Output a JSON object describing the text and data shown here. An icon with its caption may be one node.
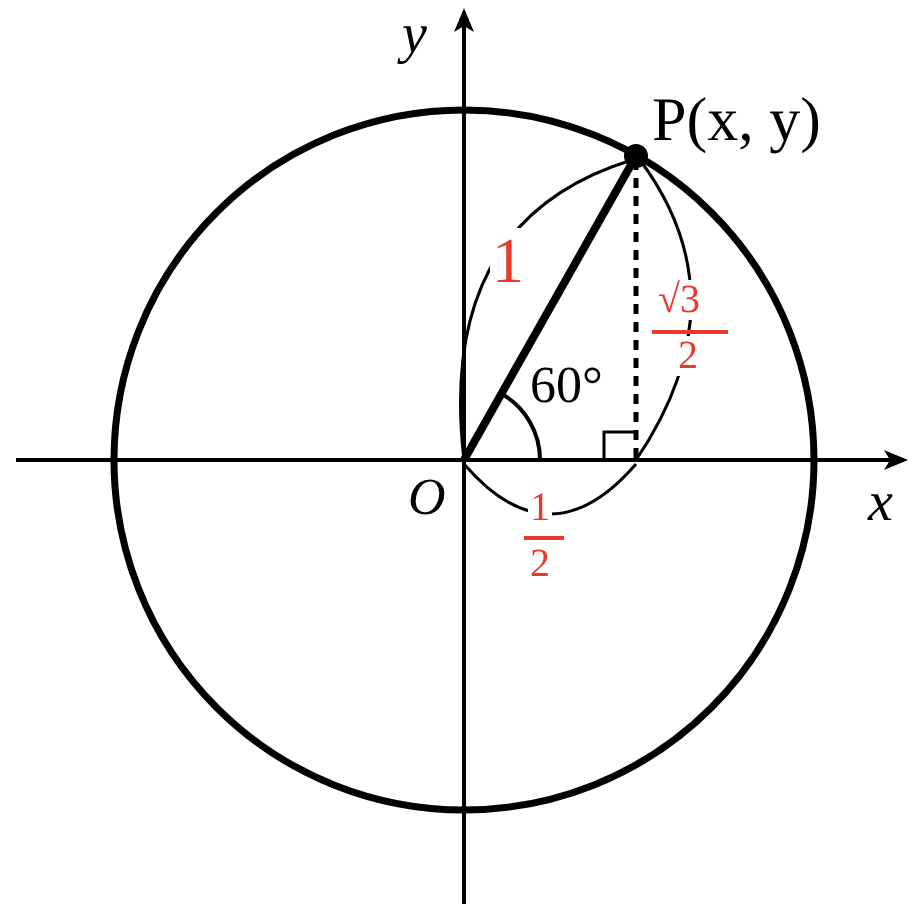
{
  "diagram": {
    "labels": [
      "y",
      "P(x, y)",
      "1",
      "√3",
      "2",
      "60°",
      "O",
      "x",
      "1",
      "2"
    ]
  }
}
